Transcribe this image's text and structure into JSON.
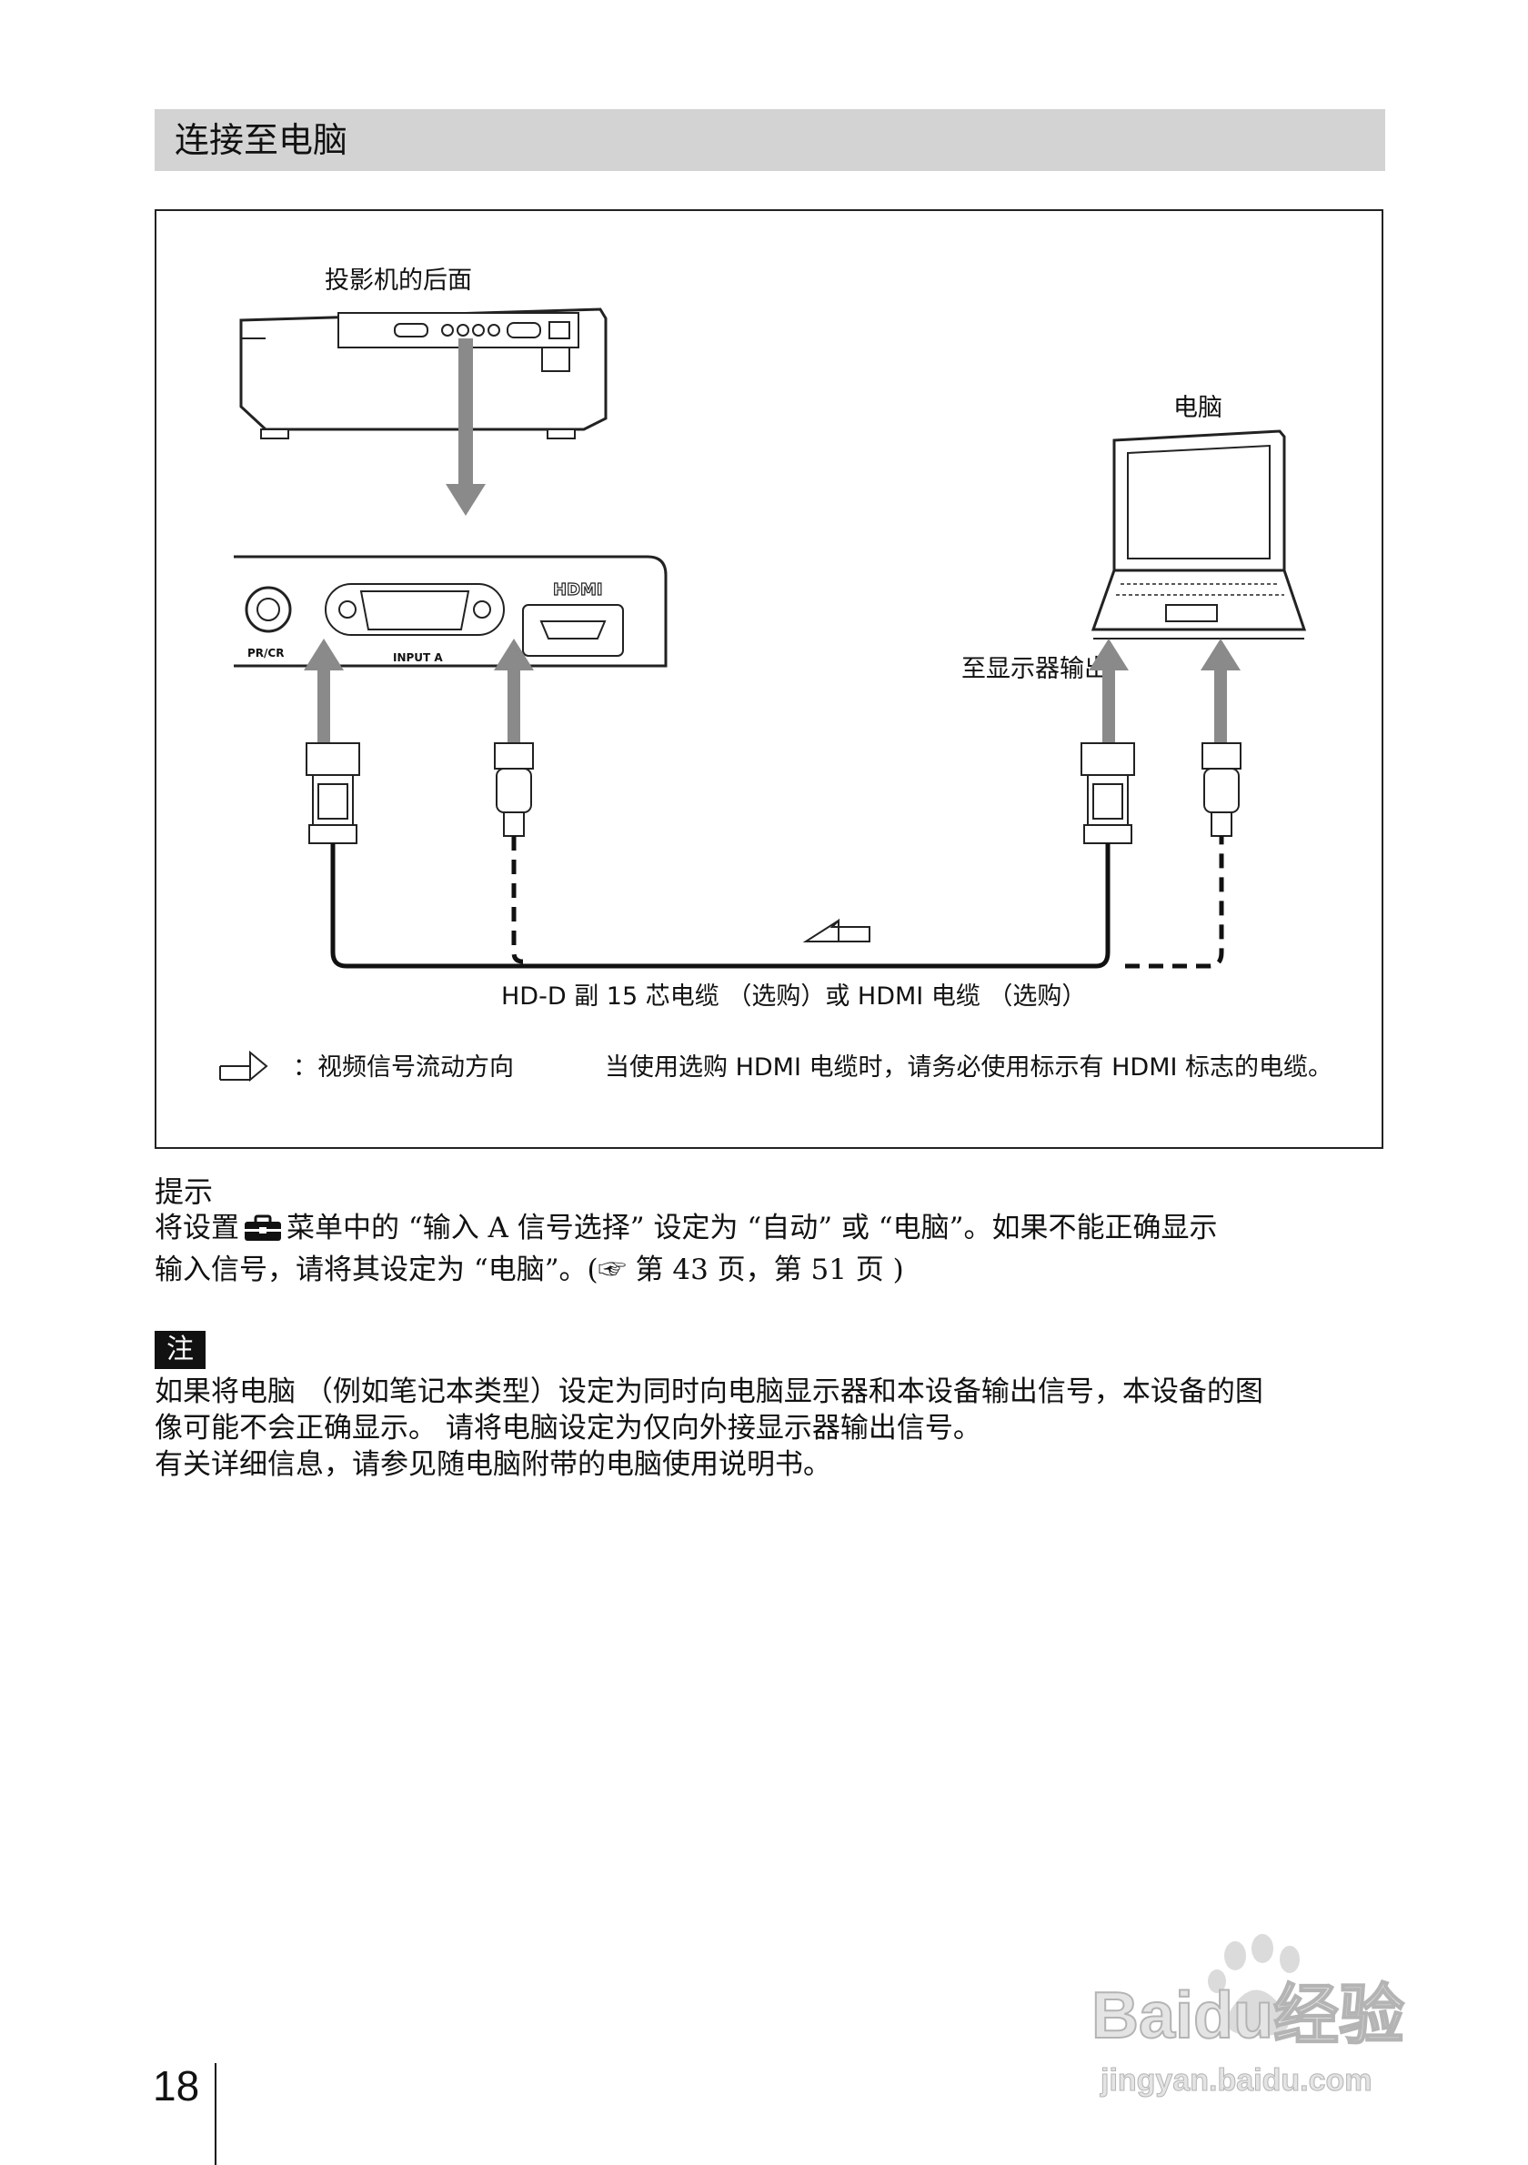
{
  "section": {
    "title": "连接至电脑"
  },
  "diagram": {
    "projector_label": "投影机的后面",
    "computer_label": "电脑",
    "monitor_out_label": "至显示器输出",
    "port_pr_label": "PR/CR",
    "port_input_label": "INPUT A",
    "port_hdmi_label": "HDMI",
    "cable_label": "HD-D 副 15 芯电缆 （选购）或 HDMI 电缆 （选购）",
    "legend_label": "：视频信号流动方向",
    "hdmi_note": "当使用选购 HDMI 电缆时，请务必使用标示有 HDMI 标志的电缆。"
  },
  "hint": {
    "heading": "提示",
    "line1_before_icon": "将设置",
    "line1_after_icon": "菜单中的 “输入 A 信号选择” 设定为 “自动” 或 “电脑”。如果不能正确显示",
    "line2": "输入信号，请将其设定为 “电脑”。(☞ 第 43 页，第 51 页 )"
  },
  "note": {
    "tag": "注",
    "line1": "如果将电脑 （例如笔记本类型）设定为同时向电脑显示器和本设备输出信号，本设备的图",
    "line2": "像可能不会正确显示。 请将电脑设定为仅向外接显示器输出信号。",
    "line3": "有关详细信息，请参见随电脑附带的电脑使用说明书。"
  },
  "footer": {
    "page_number": "18"
  },
  "watermark": {
    "brand": "Baidu经验",
    "url": "jingyan.baidu.com"
  },
  "icons": {
    "toolbox": "toolbox-icon",
    "reference": "pointing-hand-icon"
  }
}
